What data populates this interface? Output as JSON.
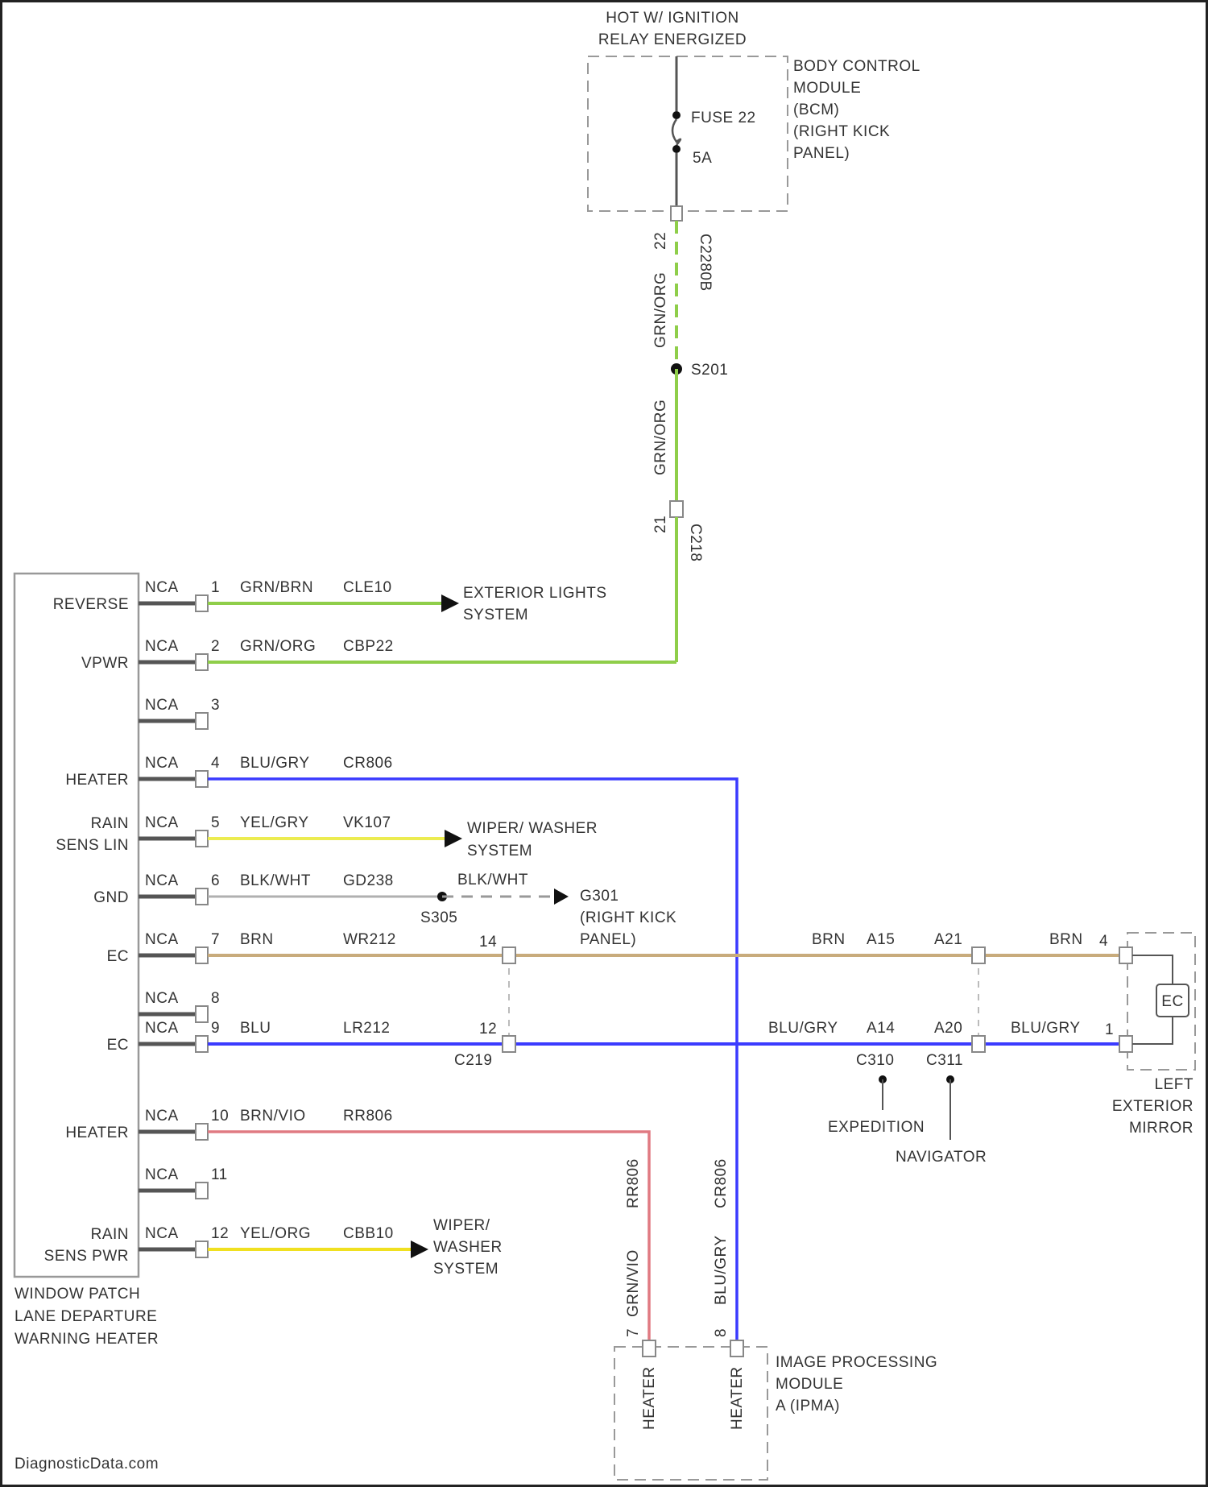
{
  "colors": {
    "grn_brn": "#8fce4a",
    "grn_org": "#8fce4a",
    "blu_gry": "#3b3bff",
    "yel_gry": "#ecec50",
    "blk_wht": "#b0b0b0",
    "brn": "#c8ab7c",
    "blu": "#3b3bff",
    "brn_vio": "#e07a82",
    "yel_org": "#f0e020",
    "pin_stub": "#555555",
    "outline": "#999999",
    "text": "#333333"
  },
  "power": {
    "header_line1": "HOT W/ IGNITION",
    "header_line2": "RELAY ENERGIZED",
    "fuse_name": "FUSE 22",
    "fuse_rating": "5A",
    "bcm_label": [
      "BODY CONTROL",
      "MODULE",
      "(BCM)",
      "(RIGHT KICK",
      "PANEL)"
    ],
    "bcm_pin": "22",
    "bcm_connector": "C2280B",
    "wire_top_color": "GRN/ORG",
    "wire_top_circuit": "CBP22",
    "splice": "S201",
    "wire_mid_color": "GRN/ORG",
    "inline_pin": "21",
    "inline_connector": "C218"
  },
  "module": {
    "name_lines": [
      "WINDOW PATCH",
      "LANE DEPARTURE",
      "WARNING HEATER"
    ],
    "pins": [
      {
        "label": [
          "REVERSE"
        ],
        "nca": "NCA",
        "num": "1",
        "color": "GRN/BRN",
        "circuit": "CLE10"
      },
      {
        "label": [
          "VPWR"
        ],
        "nca": "NCA",
        "num": "2",
        "color": "GRN/ORG",
        "circuit": "CBP22"
      },
      {
        "label": [
          ""
        ],
        "nca": "NCA",
        "num": "3",
        "color": "",
        "circuit": ""
      },
      {
        "label": [
          "HEATER"
        ],
        "nca": "NCA",
        "num": "4",
        "color": "BLU/GRY",
        "circuit": "CR806"
      },
      {
        "label": [
          "RAIN",
          "SENS LIN"
        ],
        "nca": "NCA",
        "num": "5",
        "color": "YEL/GRY",
        "circuit": "VK107"
      },
      {
        "label": [
          "GND"
        ],
        "nca": "NCA",
        "num": "6",
        "color": "BLK/WHT",
        "circuit": "GD238"
      },
      {
        "label": [
          "EC"
        ],
        "nca": "NCA",
        "num": "7",
        "color": "BRN",
        "circuit": "WR212"
      },
      {
        "label": [
          ""
        ],
        "nca": "NCA",
        "num": "8",
        "color": "",
        "circuit": ""
      },
      {
        "label": [
          "EC"
        ],
        "nca": "NCA",
        "num": "9",
        "color": "BLU",
        "circuit": "LR212"
      },
      {
        "label": [
          "HEATER"
        ],
        "nca": "NCA",
        "num": "10",
        "color": "BRN/VIO",
        "circuit": "RR806"
      },
      {
        "label": [
          ""
        ],
        "nca": "NCA",
        "num": "11",
        "color": "",
        "circuit": ""
      },
      {
        "label": [
          "RAIN",
          "SENS PWR"
        ],
        "nca": "NCA",
        "num": "12",
        "color": "YEL/ORG",
        "circuit": "CBB10"
      }
    ]
  },
  "destinations": {
    "exterior_lights": [
      "EXTERIOR LIGHTS",
      "SYSTEM"
    ],
    "wiper_washer_5": [
      "WIPER/ WASHER",
      "SYSTEM"
    ],
    "wiper_washer_12": [
      "WIPER/",
      "WASHER",
      "SYSTEM"
    ],
    "ground_splice": "S305",
    "ground_wire_color": "BLK/WHT",
    "ground": [
      "G301",
      "(RIGHT KICK",
      "PANEL)"
    ]
  },
  "ec_wiring": {
    "c219_pin_brn": "14",
    "c219_pin_blu": "12",
    "c219_name": "C219",
    "brn_color_mid": "BRN",
    "brn_pin_a": "A15",
    "brn_pin_b": "A21",
    "brn_color_end": "BRN",
    "brn_mirror_pin": "4",
    "blu_color_mid": "BLU/GRY",
    "blu_pin_a": "A14",
    "blu_pin_b": "A20",
    "blu_color_end": "BLU/GRY",
    "blu_mirror_pin": "1",
    "conn_a": "C310",
    "conn_b": "C311",
    "variant_a": "EXPEDITION",
    "variant_b": "NAVIGATOR",
    "mirror_component": "EC",
    "mirror_label": [
      "LEFT",
      "EXTERIOR",
      "MIRROR"
    ]
  },
  "ipma": {
    "wire_left_color": "GRN/VIO",
    "wire_left_circuit": "RR806",
    "wire_left_pin": "7",
    "wire_right_color": "BLU/GRY",
    "wire_right_circuit": "CR806",
    "wire_right_pin": "8",
    "pin_left_label": "HEATER",
    "pin_right_label": "HEATER",
    "name_lines": [
      "IMAGE PROCESSING",
      "MODULE",
      "A (IPMA)"
    ]
  },
  "footer": "DiagnosticData.com"
}
